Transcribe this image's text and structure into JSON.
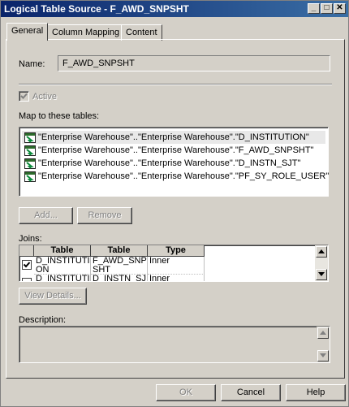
{
  "window": {
    "title": "Logical Table Source - F_AWD_SNPSHT",
    "controls": {
      "minimize": "_",
      "maximize": "□",
      "close": "✕"
    }
  },
  "tabs": [
    {
      "label": "General"
    },
    {
      "label": "Column Mapping"
    },
    {
      "label": "Content"
    }
  ],
  "general": {
    "name_label": "Name:",
    "name_value": "F_AWD_SNPSHT",
    "active_label": "Active",
    "active_checked": true,
    "map_label": "Map to these tables:",
    "tables": [
      "\"Enterprise Warehouse\"..\"Enterprise Warehouse\".\"D_INSTITUTION\"",
      "\"Enterprise Warehouse\"..\"Enterprise Warehouse\".\"F_AWD_SNPSHT\"",
      "\"Enterprise Warehouse\"..\"Enterprise Warehouse\".\"D_INSTN_SJT\"",
      "\"Enterprise Warehouse\"..\"Enterprise Warehouse\".\"PF_SY_ROLE_USER\""
    ],
    "add_label": "Add...",
    "remove_label": "Remove",
    "joins_label": "Joins:",
    "joins_headers": [
      "Table",
      "Table",
      "Type"
    ],
    "joins_rows": [
      {
        "t1": "D_INSTITUTI ON",
        "t2": "F_AWD_SNP SHT",
        "type": "Inner",
        "checked": true
      },
      {
        "t1": "D_INSTITUTI",
        "t2": "D_INSTN_SJ",
        "type": "Inner",
        "checked": false
      }
    ],
    "view_details_label": "View Details...",
    "description_label": "Description:",
    "description_value": ""
  },
  "footer": {
    "ok_label": "OK",
    "cancel_label": "Cancel",
    "help_label": "Help"
  }
}
